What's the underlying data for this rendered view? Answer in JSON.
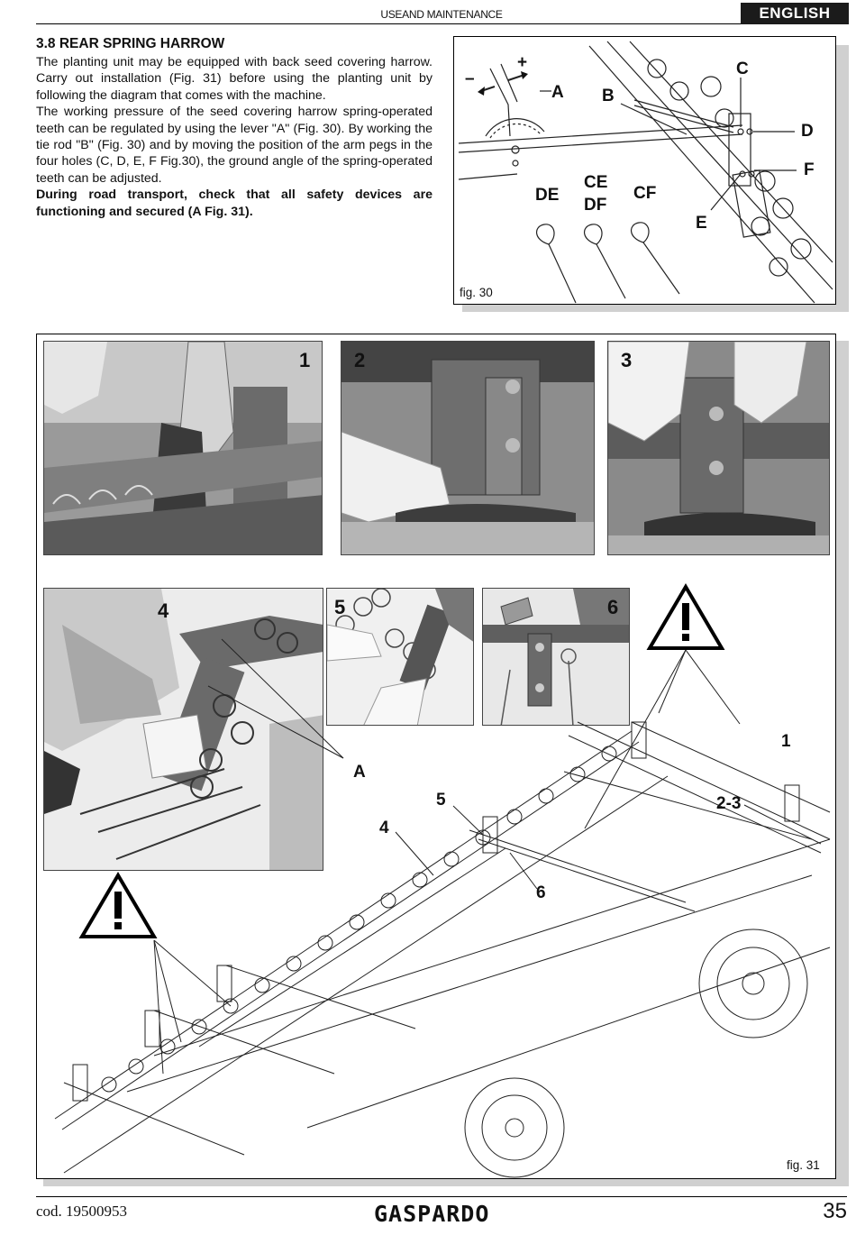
{
  "header": {
    "title": "USEAND MAINTENANCE",
    "language": "ENGLISH"
  },
  "section": {
    "title": "3.8 REAR SPRING HARROW",
    "paragraphs": [
      "The planting unit may be equipped with back seed covering harrow. Carry out installation (Fig. 31) before using the planting unit by following the diagram that comes with the machine.",
      "The working pressure of the seed covering harrow spring-operated teeth can be regulated by using the lever \"A\" (Fig. 30). By working the tie rod \"B\" (Fig. 30) and by moving the position of the arm pegs in the four holes (C, D, E, F Fig.30), the ground angle of the spring-operated teeth can be adjusted."
    ],
    "warning": "During road transport, check that all safety devices are functioning and secured (A Fig. 31)."
  },
  "fig30": {
    "caption": "fig. 30",
    "labels": {
      "minus": "–",
      "plus": "+",
      "A": "A",
      "B": "B",
      "C": "C",
      "D": "D",
      "E": "E",
      "F": "F",
      "DE": "DE",
      "CE": "CE",
      "DF": "DF",
      "CF": "CF"
    }
  },
  "fig31": {
    "caption": "fig. 31",
    "photo_numbers": [
      "1",
      "2",
      "3",
      "4",
      "5",
      "6"
    ],
    "labels": {
      "A": "A",
      "n1": "1",
      "n23": "2-3",
      "n4": "4",
      "n5": "5",
      "n6": "6"
    }
  },
  "footer": {
    "code": "cod.  19500953",
    "brand": "GASPARDO",
    "page": "35"
  }
}
